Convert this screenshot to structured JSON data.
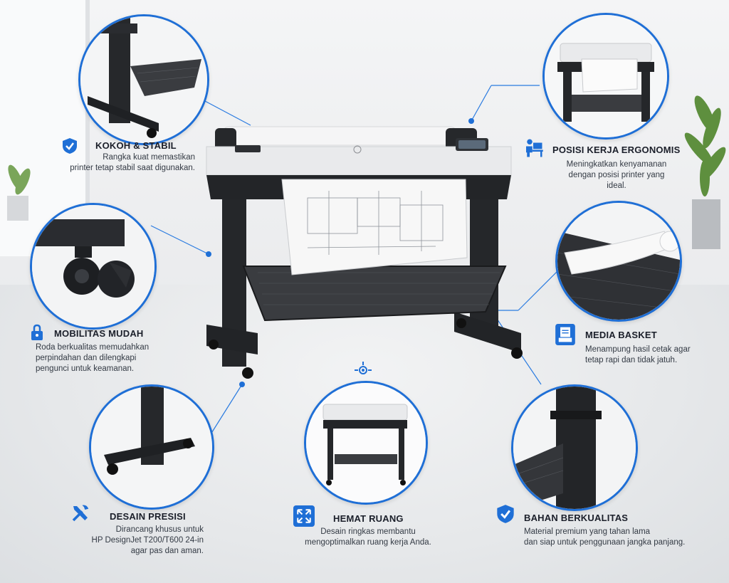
{
  "features": [
    {
      "id": "kokoh",
      "title": "KOKOH & STABIL",
      "desc": [
        "Rangka kuat memastikan",
        "printer tetap stabil saat digunakan."
      ],
      "icon": "shield-check-icon"
    },
    {
      "id": "mobilitas",
      "title": "MOBILITAS MUDAH",
      "desc": [
        "Roda berkualitas memudahkan",
        "perpindahan dan dilengkapi",
        "pengunci untuk keamanan."
      ],
      "icon": "lock-icon"
    },
    {
      "id": "desain",
      "title": "DESAIN PRESISI",
      "desc": [
        "Dirancang khusus untuk",
        "HP DesignJet T200/T600 24-in",
        "agar pas dan aman."
      ],
      "icon": "tools-icon"
    },
    {
      "id": "hemat",
      "title": "HEMAT RUANG",
      "desc": [
        "Desain ringkas membantu",
        "mengoptimalkan ruang kerja Anda."
      ],
      "icon": "expand-arrows-icon"
    },
    {
      "id": "bahan",
      "title": "BAHAN BERKUALITAS",
      "desc": [
        "Material premium yang tahan lama",
        "dan siap untuk penggunaan jangka panjang."
      ],
      "icon": "shield-check-icon"
    },
    {
      "id": "media",
      "title": "MEDIA BASKET",
      "desc": [
        "Menampung hasil cetak agar",
        "tetap rapi dan tidak jatuh."
      ],
      "icon": "document-tray-icon"
    },
    {
      "id": "posisi",
      "title": "POSISI KERJA ERGONOMIS",
      "desc": [
        "Meningkatkan kenyamanan",
        "dengan posisi printer yang ideal."
      ],
      "icon": "desk-worker-icon"
    }
  ],
  "colors": {
    "accent": "#1f6fd6",
    "dark": "#1d1f22",
    "text": "#1b1f2a"
  }
}
